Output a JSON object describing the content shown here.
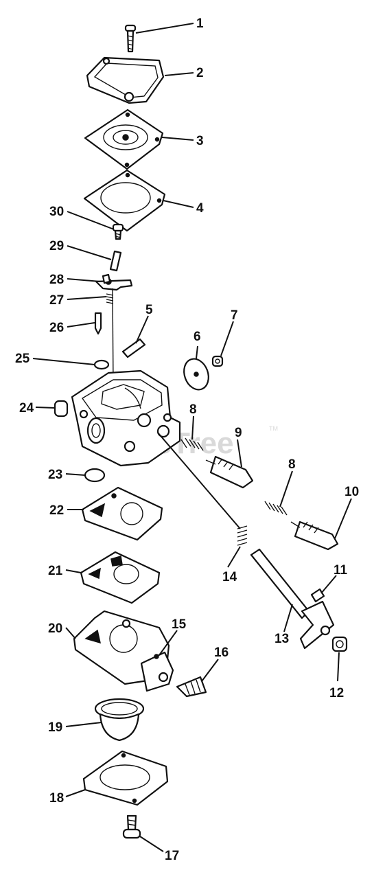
{
  "watermark": {
    "text": "PartsTree",
    "trademark": "TM"
  },
  "callouts": {
    "c1": "1",
    "c2": "2",
    "c3": "3",
    "c4": "4",
    "c5": "5",
    "c6": "6",
    "c7": "7",
    "c8a": "8",
    "c8b": "8",
    "c9": "9",
    "c10": "10",
    "c11": "11",
    "c12": "12",
    "c13": "13",
    "c14": "14",
    "c15": "15",
    "c16": "16",
    "c17": "17",
    "c18": "18",
    "c19": "19",
    "c20": "20",
    "c21": "21",
    "c22": "22",
    "c23": "23",
    "c24": "24",
    "c25": "25",
    "c26": "26",
    "c27": "27",
    "c28": "28",
    "c29": "29",
    "c30": "30"
  }
}
